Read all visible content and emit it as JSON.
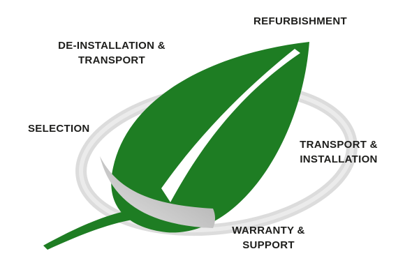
{
  "page": {
    "background": "#ffffff"
  },
  "diagram": {
    "name": "it-equipment-lifecycle-leaf-diagram",
    "colors": {
      "leaf": "#1e7d23",
      "vein": "#ffffff",
      "ring": "#d6d6d6",
      "arrow_dark": "#a2a2a2",
      "arrow_light": "#e4e4e4",
      "text": "#1d1d1b"
    },
    "labels": {
      "refurbishment": "REFURBISHMENT",
      "deinstallation": "DE-INSTALLATION &\nTRANSPORT",
      "selection": "SELECTION",
      "transport_installation": "TRANSPORT &\nINSTALLATION",
      "warranty_support": "WARRANTY &\nSUPPORT"
    }
  }
}
